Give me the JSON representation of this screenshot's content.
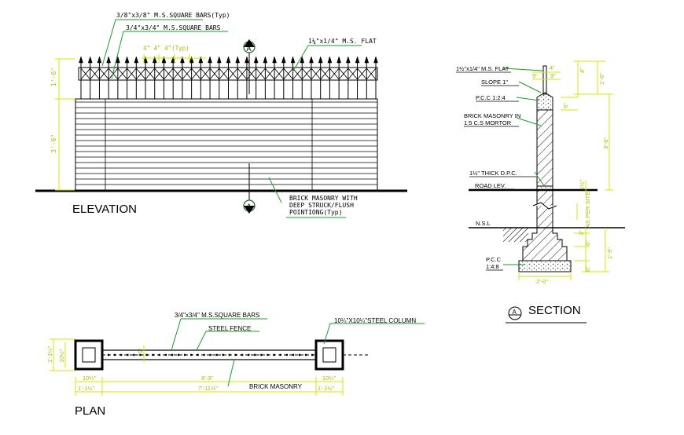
{
  "colors": {
    "ink": "#000000",
    "dimension": "#d4e600",
    "leader": "#1a9e2a",
    "marker": "#1f6b2e"
  },
  "elevation": {
    "title": "ELEVATION",
    "labels": {
      "square_bars_typ": "3/8\"x3/8\" M.S.SQUARE BARS(Typ)",
      "square_bars": "3/4\"x3/4\" M.S.SQUARE BARS",
      "spacing": "4\" 4\" 4\"(Typ)",
      "flat": "1¼\"x1/4\" M.S. FLAT",
      "masonry": [
        "BRICK MASONRY WITH",
        "DEEP STRUCK/FLUSH",
        "POINTIONG(Typ)"
      ]
    },
    "dims": {
      "fence_height": "1'-6\"",
      "wall_height": "3'-6\""
    },
    "section_marker": "A"
  },
  "section": {
    "title": "SECTION",
    "marker": "A",
    "labels": {
      "flat": "1½\"x1/4\" M.S. FLAT",
      "slope": "SLOPE 1\"",
      "pcc_top": "P.C.C 1:2:4",
      "masonry": [
        "BRICK MASONRY IN",
        "1:5 C.S MORTOR"
      ],
      "dpc": "1½\" THICK D.P.C.",
      "road": "ROAD LEV.",
      "nsl": "N.S.L",
      "pcc_base": [
        "P.C.C",
        "1:4:8"
      ]
    },
    "dims": {
      "top_4": "4\"",
      "top_9_left": "9\"",
      "top_9_right": "9\"",
      "side_4": "4\"",
      "side_1_6": "1'-6\"",
      "side_3_6": "3'-6\"",
      "pcc_6": "6\"",
      "dpc_1_5": "1½\"",
      "as_per_site": "AS PER SITE",
      "b3": "3\"",
      "b6a": "6\"",
      "b6b": "6\"",
      "b1_9": "1'-9\"",
      "base_width": "2'-0\""
    }
  },
  "plan": {
    "title": "PLAN",
    "labels": {
      "square_bars": "3/4\"x3/4\" M.S.SQUARE BARS",
      "fence": "STEEL FENCE",
      "column": "10¼\"X10¼\"STEEL COLUMN",
      "masonry": "BRICK MASONRY"
    },
    "dims": {
      "left_1_1_5": "1'-1½\"",
      "left_10_5": "10½\"",
      "wall_9": "9\"",
      "col_10_5_left": "10¼\"",
      "col_1_1_5_left": "1'-1½\"",
      "span_8_3": "8'-3\"",
      "span_7_11_5": "7'-11½\"",
      "col_10_5_right": "10¼\"",
      "col_1_1_5_right": "1'-1½\""
    }
  }
}
